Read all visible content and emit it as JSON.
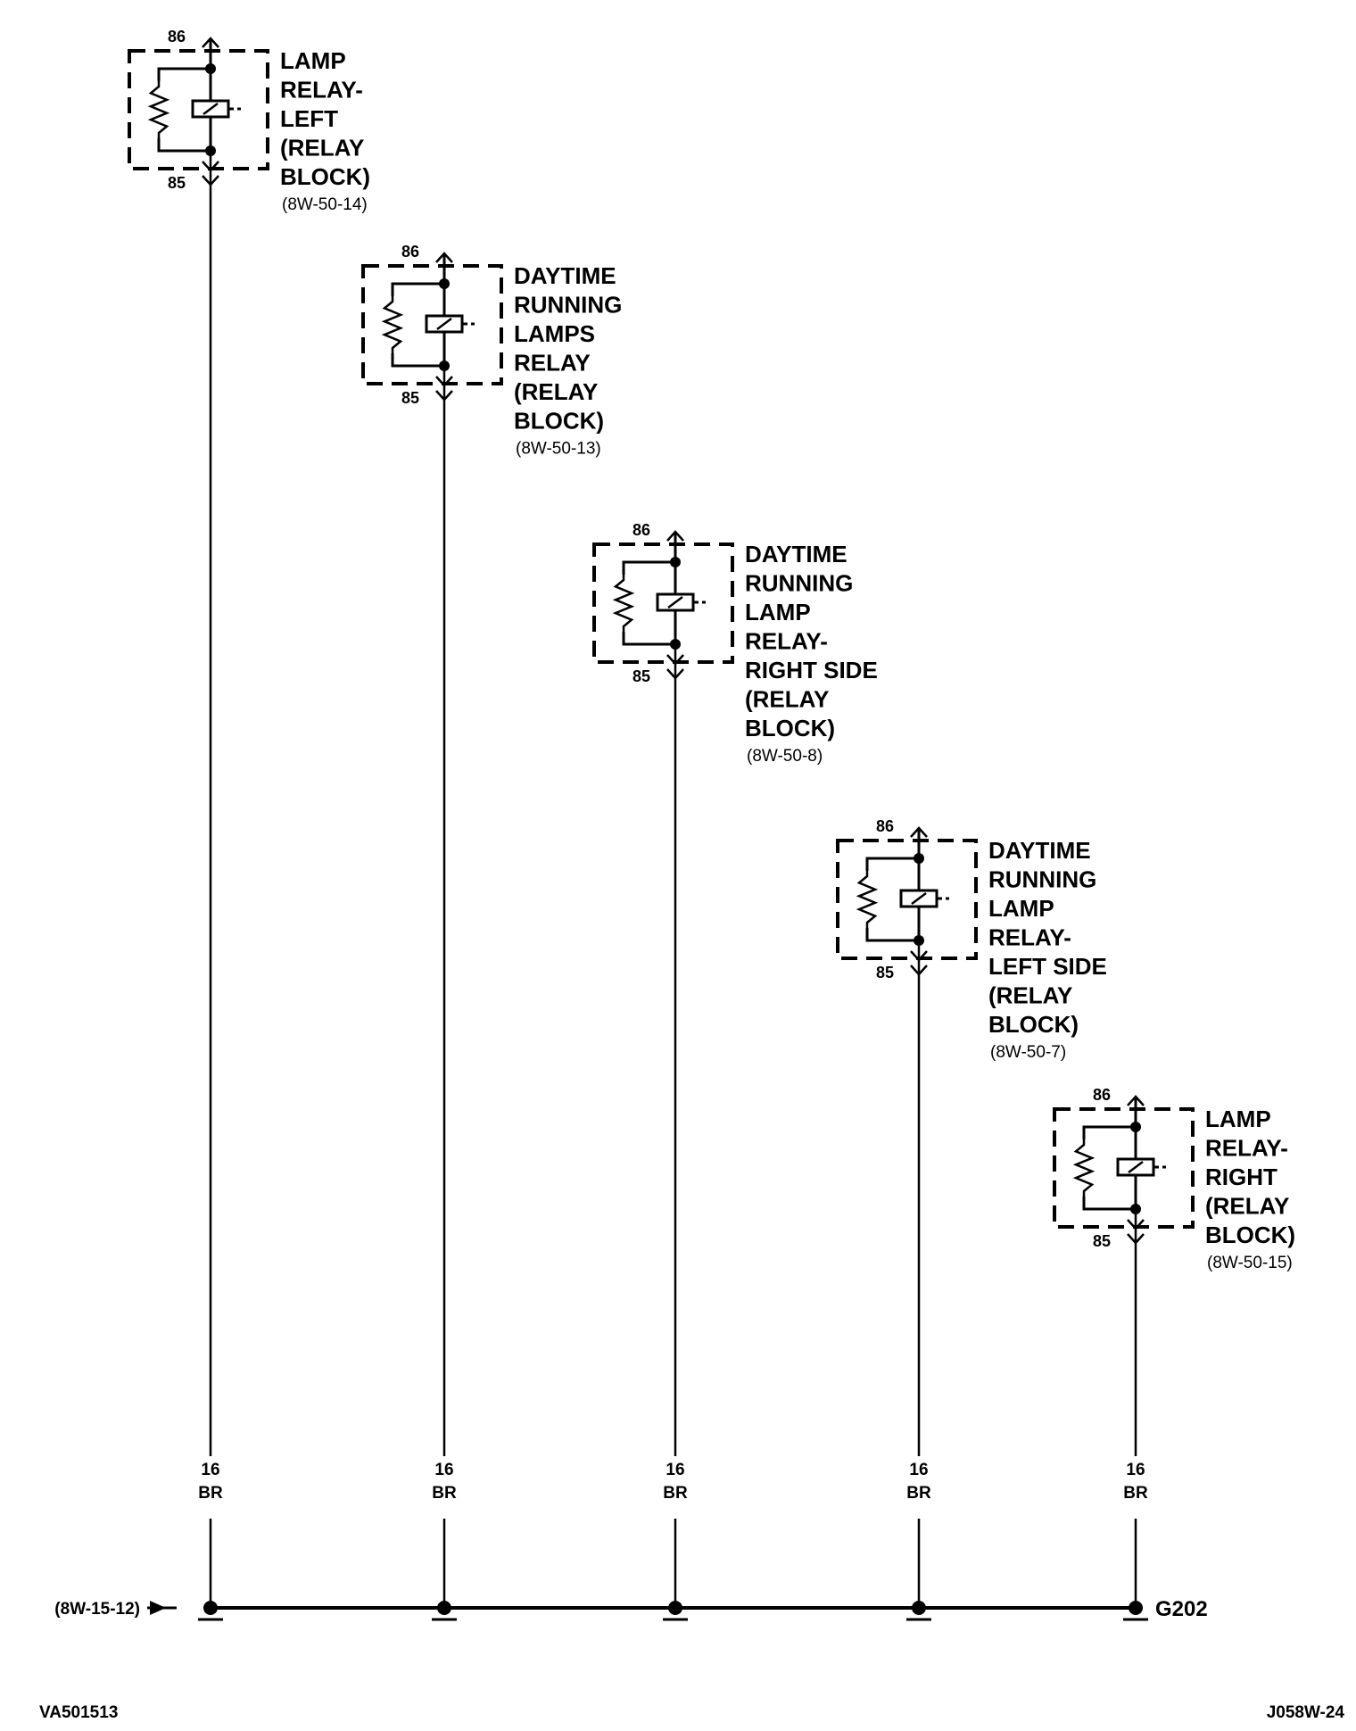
{
  "relays": [
    {
      "id": "lamp-relay-left",
      "name_lines": [
        "LAMP",
        "RELAY-",
        "LEFT",
        "(RELAY",
        "BLOCK)"
      ],
      "ref": "(8W-50-14)",
      "pin_top": "86",
      "pin_bottom": "85",
      "wire": {
        "gauge": "16",
        "color": "BR"
      }
    },
    {
      "id": "drl-relay",
      "name_lines": [
        "DAYTIME",
        "RUNNING",
        "LAMPS",
        "RELAY",
        "(RELAY",
        "BLOCK)"
      ],
      "ref": "(8W-50-13)",
      "pin_top": "86",
      "pin_bottom": "85",
      "wire": {
        "gauge": "16",
        "color": "BR"
      }
    },
    {
      "id": "drl-relay-right-side",
      "name_lines": [
        "DAYTIME",
        "RUNNING",
        "LAMP",
        "RELAY-",
        "RIGHT SIDE",
        "(RELAY",
        "BLOCK)"
      ],
      "ref": "(8W-50-8)",
      "pin_top": "86",
      "pin_bottom": "85",
      "wire": {
        "gauge": "16",
        "color": "BR"
      }
    },
    {
      "id": "drl-relay-left-side",
      "name_lines": [
        "DAYTIME",
        "RUNNING",
        "LAMP",
        "RELAY-",
        "LEFT SIDE",
        "(RELAY",
        "BLOCK)"
      ],
      "ref": "(8W-50-7)",
      "pin_top": "86",
      "pin_bottom": "85",
      "wire": {
        "gauge": "16",
        "color": "BR"
      }
    },
    {
      "id": "lamp-relay-right",
      "name_lines": [
        "LAMP",
        "RELAY-",
        "RIGHT",
        "(RELAY",
        "BLOCK)"
      ],
      "ref": "(8W-50-15)",
      "pin_top": "86",
      "pin_bottom": "85",
      "wire": {
        "gauge": "16",
        "color": "BR"
      }
    }
  ],
  "bus": {
    "from_ref": "(8W-15-12)",
    "ground": "G202"
  },
  "footer": {
    "left": "VA501513",
    "right": "J058W-24"
  }
}
